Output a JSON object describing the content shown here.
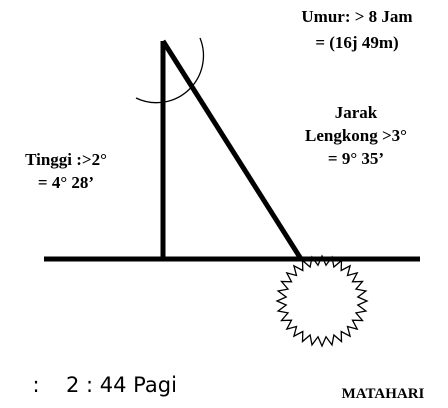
{
  "labels": {
    "umur_line1": "Umur: > 8 Jam",
    "umur_line2": "= (16j 49m)",
    "jarak_line1": "Jarak",
    "jarak_line2": "Lengkong >3°",
    "jarak_line3": "= 9° 35’",
    "tinggi_line1": "Tinggi :>2°",
    "tinggi_line2": "= 4° 28’",
    "time_prefix": ":",
    "time_value": "2 : 44 Pagi",
    "sun_label": "MATAHARI"
  },
  "colors": {
    "ink": "#000000",
    "background": "#ffffff"
  }
}
